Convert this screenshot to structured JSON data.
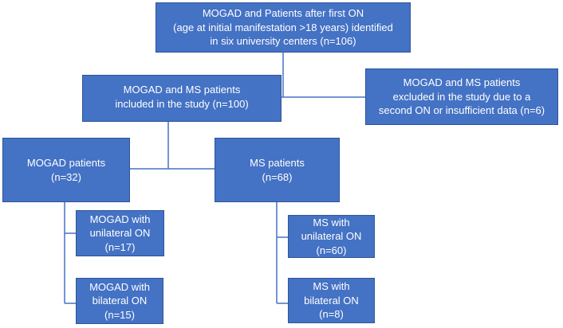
{
  "flowchart": {
    "top": {
      "line1": "MOGAD and Patients after first ON",
      "line2": "(age at initial manifestation >18 years) identified",
      "line3": "in six university centers (n=106)"
    },
    "included": {
      "line1": "MOGAD and MS patients",
      "line2": "included in the study (n=100)"
    },
    "excluded": {
      "line1": "MOGAD and MS patients",
      "line2": "excluded in the study due to a",
      "line3": "second ON or insufficient data (n=6)"
    },
    "mogad": {
      "line1": "MOGAD patients",
      "line2": "(n=32)"
    },
    "ms": {
      "line1": "MS patients",
      "line2": "(n=68)"
    },
    "mogad_unilateral": {
      "line1": "MOGAD with",
      "line2": "unilateral ON",
      "line3": "(n=17)"
    },
    "mogad_bilateral": {
      "line1": "MOGAD with",
      "line2": "bilateral ON",
      "line3": "(n=15)"
    },
    "ms_unilateral": {
      "line1": "MS with",
      "line2": "unilateral ON",
      "line3": "(n=60)"
    },
    "ms_bilateral": {
      "line1": "MS with",
      "line2": "bilateral ON",
      "line3": "(n=8)"
    }
  },
  "colors": {
    "box_fill": "#4472C4",
    "box_border": "#2F5597",
    "box_text": "#FFFFFF",
    "connector": "#4472C4"
  }
}
